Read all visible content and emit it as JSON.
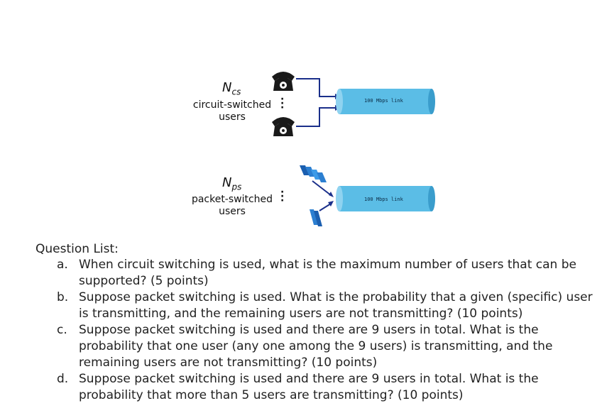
{
  "diagram": {
    "circuit": {
      "n_label": "N",
      "n_sub": "cs",
      "users_line1": "circuit-switched",
      "users_line2": "users",
      "link_label": "100 Mbps link",
      "dots": "⋮"
    },
    "packet": {
      "n_label": "N",
      "n_sub": "ps",
      "users_line1": "packet-switched",
      "users_line2": "users",
      "link_label": "100 Mbps link",
      "dots": "⋮"
    },
    "colors": {
      "link_fill": "#5bbde6",
      "wire": "#1a2f8a",
      "phone": "#1a1a1a"
    }
  },
  "questions": {
    "title": "Question List:",
    "items": [
      {
        "mark": "a.",
        "text": "When circuit switching is used, what is the maximum number of users that can be supported? (5 points)"
      },
      {
        "mark": "b.",
        "text": "Suppose packet switching is used. What is the probability that a given (specific) user is transmitting, and the remaining users are not transmitting? (10 points)"
      },
      {
        "mark": "c.",
        "text": "Suppose packet switching is used and there are 9 users in total. What is the probability that one user (any one among the 9 users) is transmitting, and the remaining users are not transmitting? (10 points)"
      },
      {
        "mark": "d.",
        "text": "Suppose packet switching is used and there are 9 users in total. What is the probability that more than 5 users are transmitting? (10 points)"
      }
    ]
  }
}
